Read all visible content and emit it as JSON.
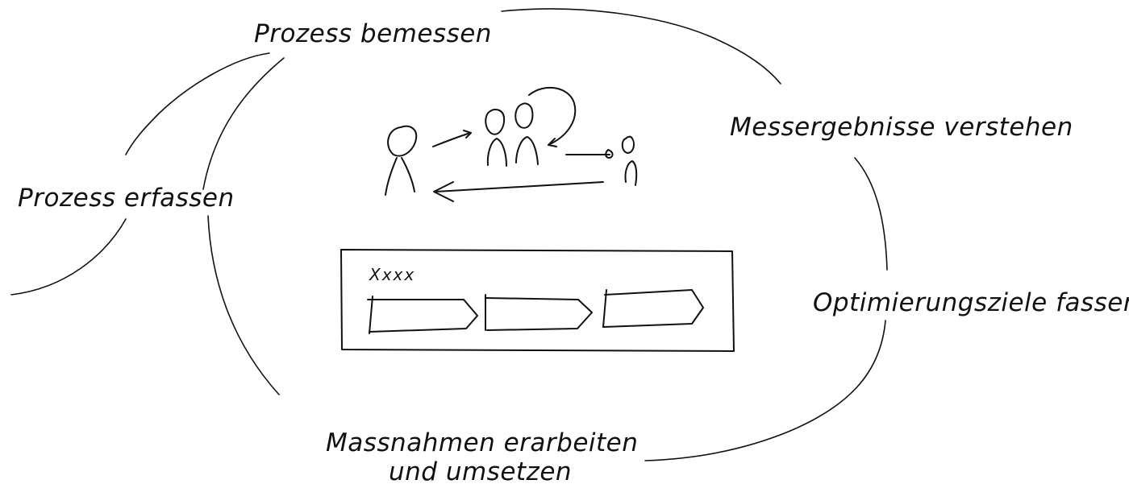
{
  "diagram": {
    "stages": [
      {
        "label": "Prozess bemessen"
      },
      {
        "label": "Messergebnisse verstehen"
      },
      {
        "label": "Optimierungsziele fassen"
      },
      {
        "label": "Massnahmen erarbeiten"
      },
      {
        "label": "und umsetzen"
      },
      {
        "label": "Prozess erfassen"
      }
    ],
    "process_board": {
      "label": "Xxxx",
      "steps": 3
    },
    "ink_color": "#111111"
  }
}
